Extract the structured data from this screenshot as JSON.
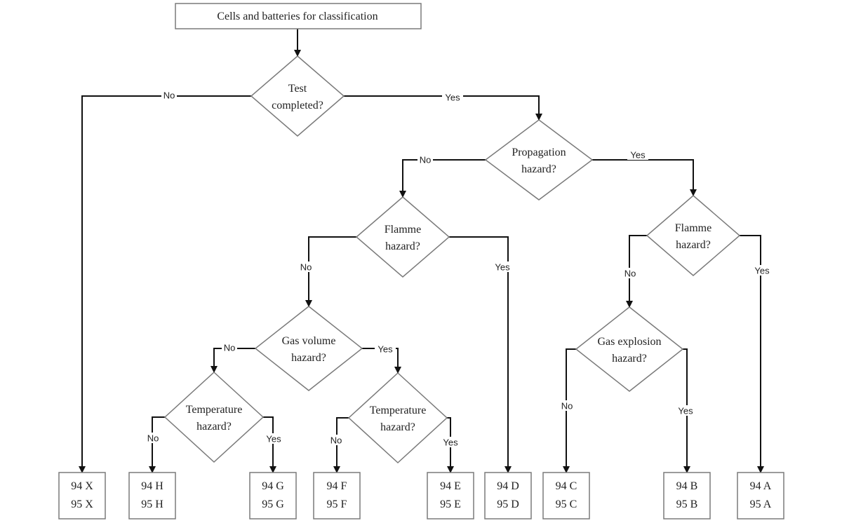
{
  "diagram": {
    "start": {
      "label": "Cells and batteries for classification"
    },
    "decisions": [
      {
        "id": "test",
        "lines": [
          "Test",
          "completed?"
        ]
      },
      {
        "id": "prop",
        "lines": [
          "Propagation",
          "hazard?"
        ]
      },
      {
        "id": "flamme_left",
        "lines": [
          "Flamme",
          "hazard?"
        ]
      },
      {
        "id": "flamme_right",
        "lines": [
          "Flamme",
          "hazard?"
        ]
      },
      {
        "id": "gas_volume",
        "lines": [
          "Gas volume",
          "hazard?"
        ]
      },
      {
        "id": "gas_explosion",
        "lines": [
          "Gas explosion",
          "hazard?"
        ]
      },
      {
        "id": "temp_left",
        "lines": [
          "Temperature",
          "hazard?"
        ]
      },
      {
        "id": "temp_right",
        "lines": [
          "Temperature",
          "hazard?"
        ]
      }
    ],
    "results": [
      {
        "id": "X",
        "lines": [
          "94 X",
          "95 X"
        ]
      },
      {
        "id": "H",
        "lines": [
          "94 H",
          "95 H"
        ]
      },
      {
        "id": "G",
        "lines": [
          "94 G",
          "95 G"
        ]
      },
      {
        "id": "F",
        "lines": [
          "94 F",
          "95 F"
        ]
      },
      {
        "id": "E",
        "lines": [
          "94 E",
          "95 E"
        ]
      },
      {
        "id": "D",
        "lines": [
          "94 D",
          "95 D"
        ]
      },
      {
        "id": "C",
        "lines": [
          "94 C",
          "95 C"
        ]
      },
      {
        "id": "B",
        "lines": [
          "94 B",
          "95 B"
        ]
      },
      {
        "id": "A",
        "lines": [
          "94 A",
          "95 A"
        ]
      }
    ],
    "edges": [
      {
        "id": "start_test",
        "from": "start",
        "to": "test",
        "label": ""
      },
      {
        "id": "test_no",
        "from": "test",
        "to": "X",
        "label": "No"
      },
      {
        "id": "test_yes",
        "from": "test",
        "to": "prop",
        "label": "Yes"
      },
      {
        "id": "prop_no",
        "from": "prop",
        "to": "flamme_left",
        "label": "No"
      },
      {
        "id": "prop_yes",
        "from": "prop",
        "to": "flamme_right",
        "label": "Yes"
      },
      {
        "id": "fl_no",
        "from": "flamme_left",
        "to": "gas_volume",
        "label": "No"
      },
      {
        "id": "fl_yes",
        "from": "flamme_left",
        "to": "D",
        "label": "Yes"
      },
      {
        "id": "fr_no",
        "from": "flamme_right",
        "to": "gas_explosion",
        "label": "No"
      },
      {
        "id": "fr_yes",
        "from": "flamme_right",
        "to": "A",
        "label": "Yes"
      },
      {
        "id": "gv_no",
        "from": "gas_volume",
        "to": "temp_left",
        "label": "No"
      },
      {
        "id": "gv_yes",
        "from": "gas_volume",
        "to": "temp_right",
        "label": "Yes"
      },
      {
        "id": "ge_no",
        "from": "gas_explosion",
        "to": "C",
        "label": "No"
      },
      {
        "id": "ge_yes",
        "from": "gas_explosion",
        "to": "B",
        "label": "Yes"
      },
      {
        "id": "tl_no",
        "from": "temp_left",
        "to": "H",
        "label": "No"
      },
      {
        "id": "tl_yes",
        "from": "temp_left",
        "to": "G",
        "label": "Yes"
      },
      {
        "id": "tr_no",
        "from": "temp_right",
        "to": "F",
        "label": "No"
      },
      {
        "id": "tr_yes",
        "from": "temp_right",
        "to": "E",
        "label": "Yes"
      }
    ]
  }
}
